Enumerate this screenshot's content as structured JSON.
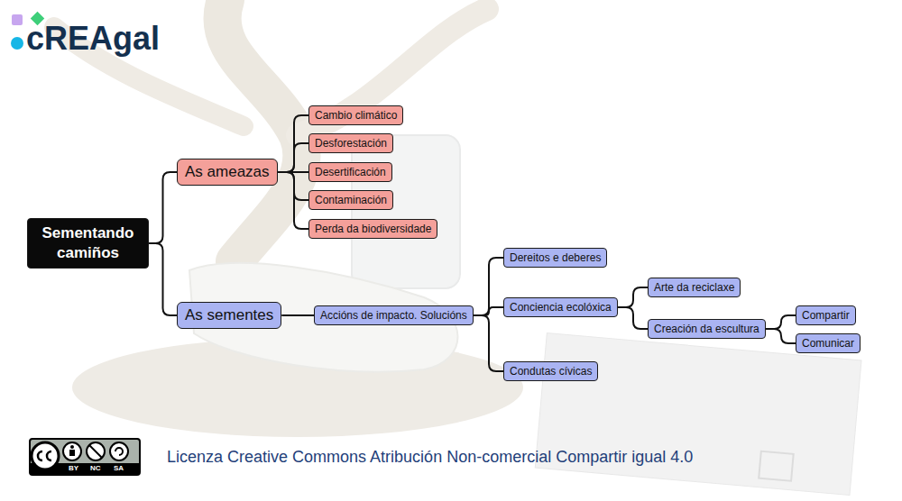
{
  "diagram": {
    "nodes": [
      {
        "text": [
          "Sementando camiños"
        ]
      },
      {
        "text": [
          "As ameazas"
        ]
      },
      {
        "text": [
          "Cambio climático"
        ]
      },
      {
        "text": [
          "Desforestación"
        ]
      },
      {
        "text": [
          "Desertificación"
        ]
      },
      {
        "text": [
          "Contaminación"
        ]
      },
      {
        "text": [
          "Perda da biodiversidade"
        ]
      },
      {
        "text": [
          "As sementes"
        ]
      },
      {
        "text": [
          "Accións de impacto. Solucións"
        ]
      },
      {
        "text": [
          "Dereitos e deberes"
        ]
      },
      {
        "text": [
          "Conciencia ecolóxica"
        ]
      },
      {
        "text": [
          "Arte da reciclaxe"
        ]
      },
      {
        "text": [
          "Creación da escultura"
        ]
      },
      {
        "text": [
          "Compartir"
        ]
      },
      {
        "text": [
          "Comunicar"
        ]
      },
      {
        "text": [
          "Condutas cívicas"
        ]
      }
    ],
    "edges": [
      {
        "from": 0,
        "to": 1,
        "arrow": "none"
      },
      {
        "from": 0,
        "to": 7,
        "arrow": "none"
      },
      {
        "from": 1,
        "to": 2,
        "arrow": "none"
      },
      {
        "from": 1,
        "to": 3,
        "arrow": "none"
      },
      {
        "from": 1,
        "to": 4,
        "arrow": "none"
      },
      {
        "from": 1,
        "to": 5,
        "arrow": "none"
      },
      {
        "from": 1,
        "to": 6,
        "arrow": "none"
      },
      {
        "from": 7,
        "to": 8,
        "arrow": "none"
      },
      {
        "from": 8,
        "to": 9,
        "arrow": "none"
      },
      {
        "from": 8,
        "to": 10,
        "arrow": "none"
      },
      {
        "from": 8,
        "to": 15,
        "arrow": "none"
      },
      {
        "from": 10,
        "to": 11,
        "arrow": "none"
      },
      {
        "from": 10,
        "to": 12,
        "arrow": "none"
      },
      {
        "from": 12,
        "to": 13,
        "arrow": "none"
      },
      {
        "from": 12,
        "to": 14,
        "arrow": "none"
      }
    ],
    "labels": [
      "cREAgal",
      "BY",
      "NC",
      "SA",
      "Licenza Creative Commons Atribución Non-comercial Compartir igual 4.0"
    ]
  }
}
